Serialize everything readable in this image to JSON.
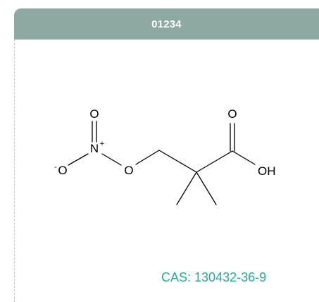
{
  "header": {
    "title": "01234"
  },
  "molecule": {
    "atoms": {
      "o_top_nitro": "O",
      "n_nitro": "N",
      "n_charge": "+",
      "o_minus_charge": "-",
      "o_minus": "O",
      "o_ester": "O",
      "o_carbonyl": "O",
      "oh": "OH"
    }
  },
  "cas": {
    "label": "CAS:",
    "number": "130432-36-9"
  },
  "colors": {
    "header_bg": "#8ea8a2",
    "cas_text": "#2aa89b"
  }
}
